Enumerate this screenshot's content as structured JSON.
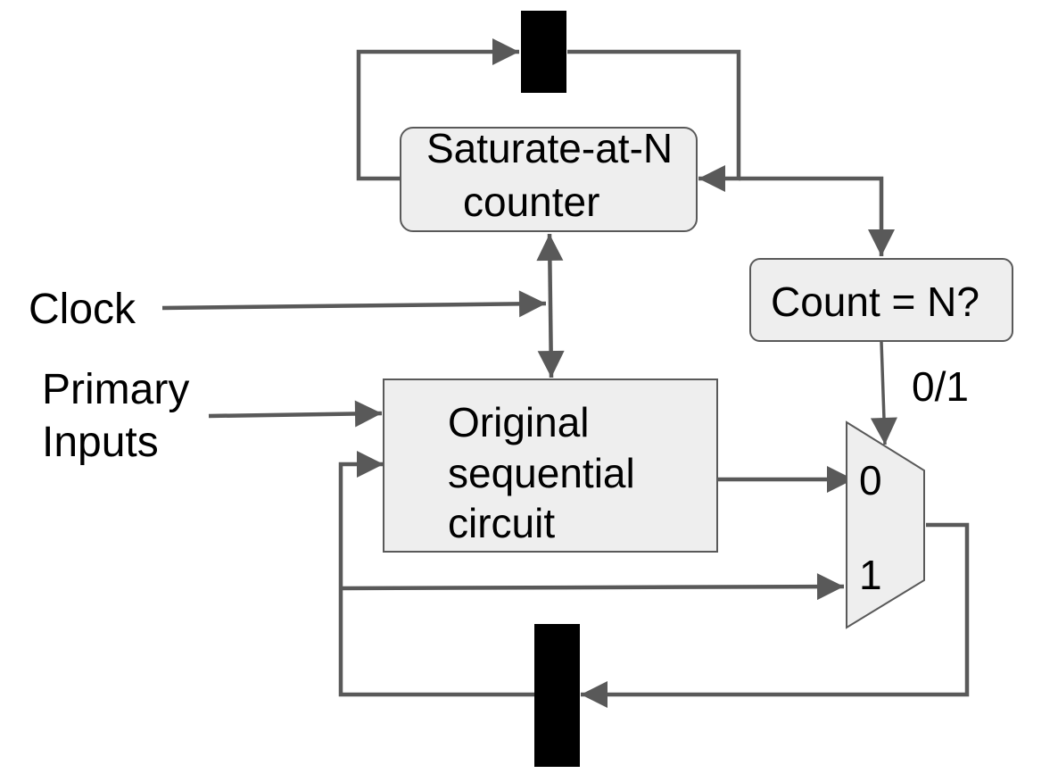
{
  "labels": {
    "counter_line1": "Saturate-at-N",
    "counter_line2": "counter",
    "compare": "Count = N?",
    "circuit_line1": "Original",
    "circuit_line2": "sequential",
    "circuit_line3": "circuit",
    "clock": "Clock",
    "primary_line1": "Primary",
    "primary_line2": "Inputs",
    "select": "0/1",
    "mux_in0": "0",
    "mux_in1": "1"
  },
  "colors": {
    "wire": "#595959",
    "box_fill": "#eeeeee",
    "box_stroke": "#595959",
    "register": "#000000"
  }
}
